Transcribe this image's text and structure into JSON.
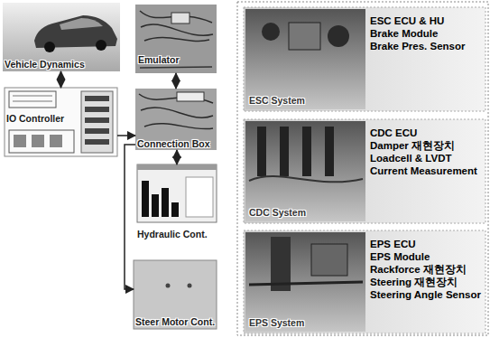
{
  "diagram": {
    "nodes": [
      {
        "text": [
          "Vehicle Dynamics"
        ]
      },
      {
        "text": [
          "IO Controller"
        ]
      },
      {
        "text": [
          "Emulator"
        ]
      },
      {
        "text": [
          "Connection Box"
        ]
      },
      {
        "text": [
          "Hydraulic Cont."
        ]
      },
      {
        "text": [
          "Steer Motor Cont."
        ]
      },
      {
        "text": [
          "ESC System",
          "ESC ECU & HU",
          "Brake Module",
          "Brake Pres. Sensor"
        ]
      },
      {
        "text": [
          "CDC System",
          "CDC ECU",
          "Damper 재현장치",
          "Loadcell & LVDT",
          "Current Measurement"
        ]
      },
      {
        "text": [
          "EPS System",
          "EPS ECU",
          "EPS Module",
          "Rackforce 재현장치",
          "Steering 재현장치",
          "Steering Angle Sensor"
        ]
      }
    ],
    "edges": [
      {
        "from": 0,
        "to": 1,
        "arrow": "both"
      },
      {
        "from": 1,
        "to": 3,
        "arrow": "to"
      },
      {
        "from": 2,
        "to": 3,
        "arrow": "both"
      },
      {
        "from": 3,
        "to": 4,
        "arrow": "both"
      },
      {
        "from": 3,
        "to": 5,
        "arrow": "to"
      }
    ]
  }
}
